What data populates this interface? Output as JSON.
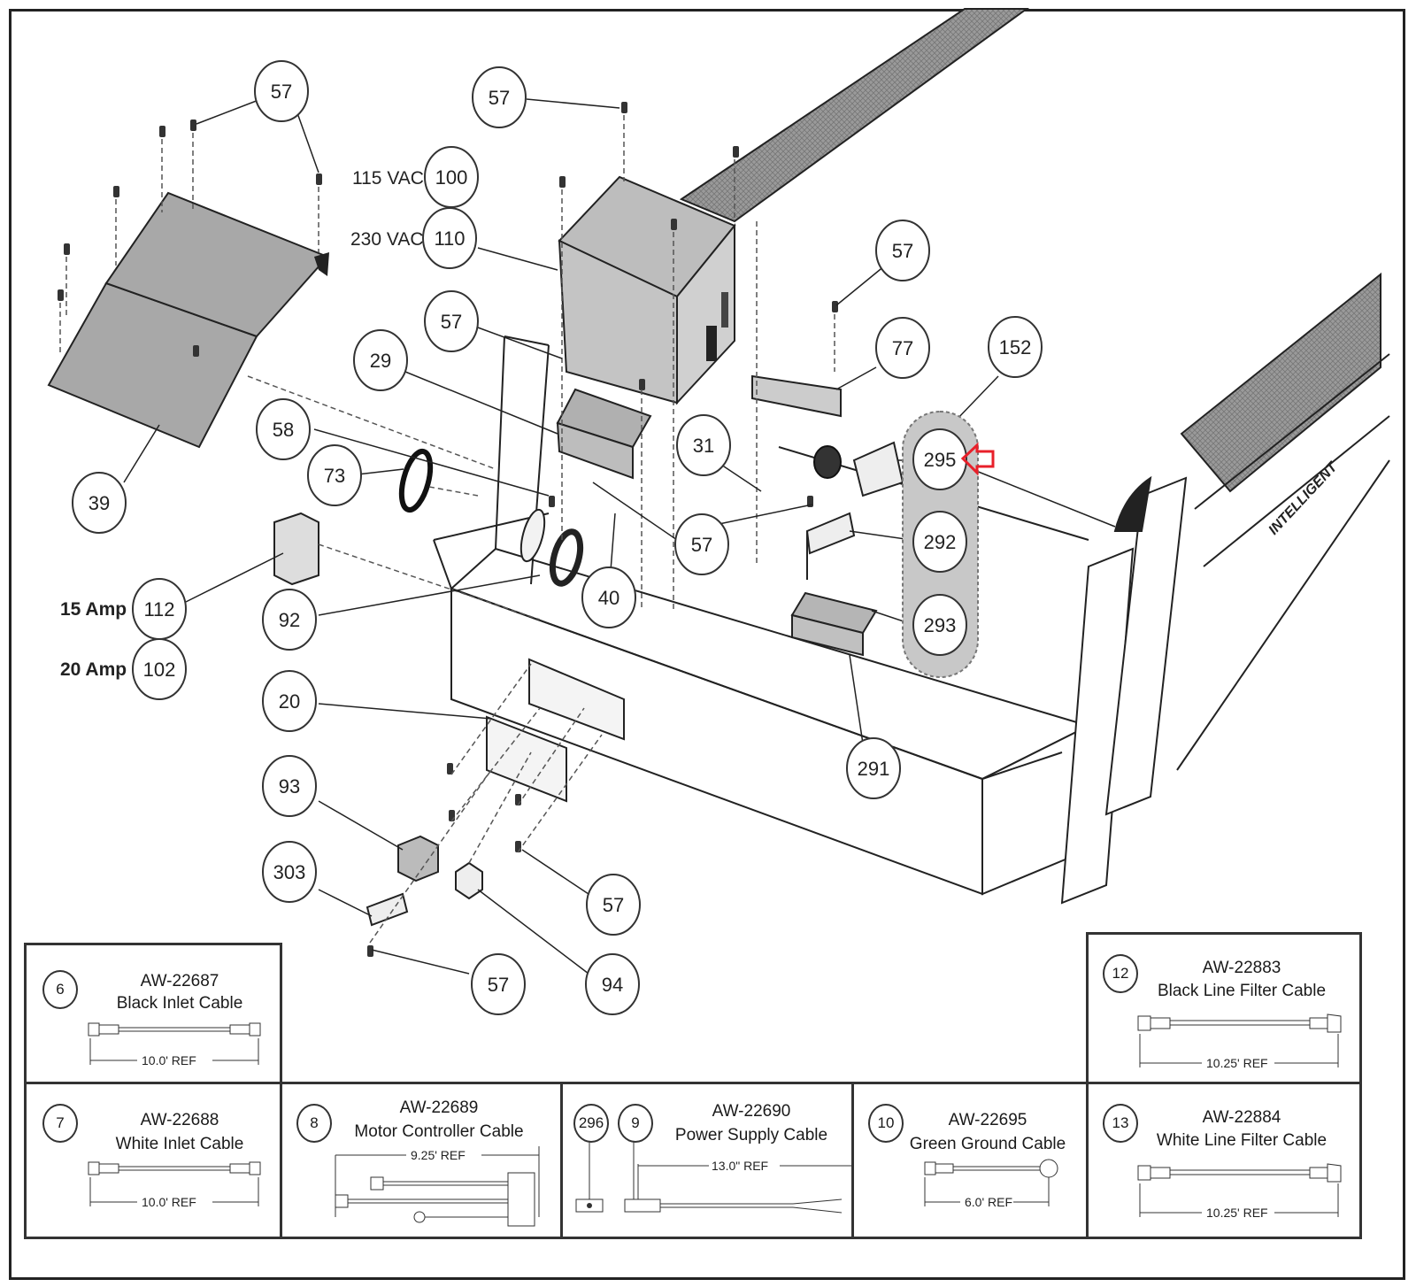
{
  "diagram": {
    "brand_text": "INTELLIGENT",
    "callouts": [
      {
        "id": "c57a",
        "label": "57"
      },
      {
        "id": "c57b",
        "label": "57"
      },
      {
        "id": "c100",
        "label": "100",
        "side_label": "115 VAC"
      },
      {
        "id": "c110",
        "label": "110",
        "side_label": "230 VAC"
      },
      {
        "id": "c57c",
        "label": "57"
      },
      {
        "id": "c29",
        "label": "29"
      },
      {
        "id": "c57d",
        "label": "57"
      },
      {
        "id": "c77",
        "label": "77"
      },
      {
        "id": "c152",
        "label": "152"
      },
      {
        "id": "c58",
        "label": "58"
      },
      {
        "id": "c73",
        "label": "73"
      },
      {
        "id": "c31",
        "label": "31"
      },
      {
        "id": "c39",
        "label": "39"
      },
      {
        "id": "c295",
        "label": "295"
      },
      {
        "id": "c57e",
        "label": "57"
      },
      {
        "id": "c292",
        "label": "292"
      },
      {
        "id": "c112",
        "label": "112",
        "side_label": "15 Amp"
      },
      {
        "id": "c102",
        "label": "102",
        "side_label": "20 Amp"
      },
      {
        "id": "c92",
        "label": "92"
      },
      {
        "id": "c40",
        "label": "40"
      },
      {
        "id": "c293",
        "label": "293"
      },
      {
        "id": "c20",
        "label": "20"
      },
      {
        "id": "c291",
        "label": "291"
      },
      {
        "id": "c93",
        "label": "93"
      },
      {
        "id": "c303",
        "label": "303"
      },
      {
        "id": "c57f",
        "label": "57"
      },
      {
        "id": "c57g",
        "label": "57"
      },
      {
        "id": "c94",
        "label": "94"
      }
    ],
    "highlight": {
      "group": [
        "295",
        "292",
        "293"
      ],
      "pointer_target": "295",
      "pointer_color": "#e8202a",
      "group_fill": "#c8c8c8"
    }
  },
  "cables": [
    {
      "ref": "6",
      "part_number": "AW-22687",
      "description": "Black Inlet Cable",
      "length": "10.0' REF"
    },
    {
      "ref": "7",
      "part_number": "AW-22688",
      "description": "White Inlet Cable",
      "length": "10.0' REF"
    },
    {
      "ref": "8",
      "part_number": "AW-22689",
      "description": "Motor Controller Cable",
      "length": "9.25' REF"
    },
    {
      "ref": "9",
      "extra_ref": "296",
      "part_number": "AW-22690",
      "description": "Power Supply Cable",
      "length": "13.0\" REF"
    },
    {
      "ref": "10",
      "part_number": "AW-22695",
      "description": "Green Ground Cable",
      "length": "6.0' REF"
    },
    {
      "ref": "12",
      "part_number": "AW-22883",
      "description": "Black Line Filter Cable",
      "length": "10.25' REF"
    },
    {
      "ref": "13",
      "part_number": "AW-22884",
      "description": "White Line Filter Cable",
      "length": "10.25' REF"
    }
  ]
}
